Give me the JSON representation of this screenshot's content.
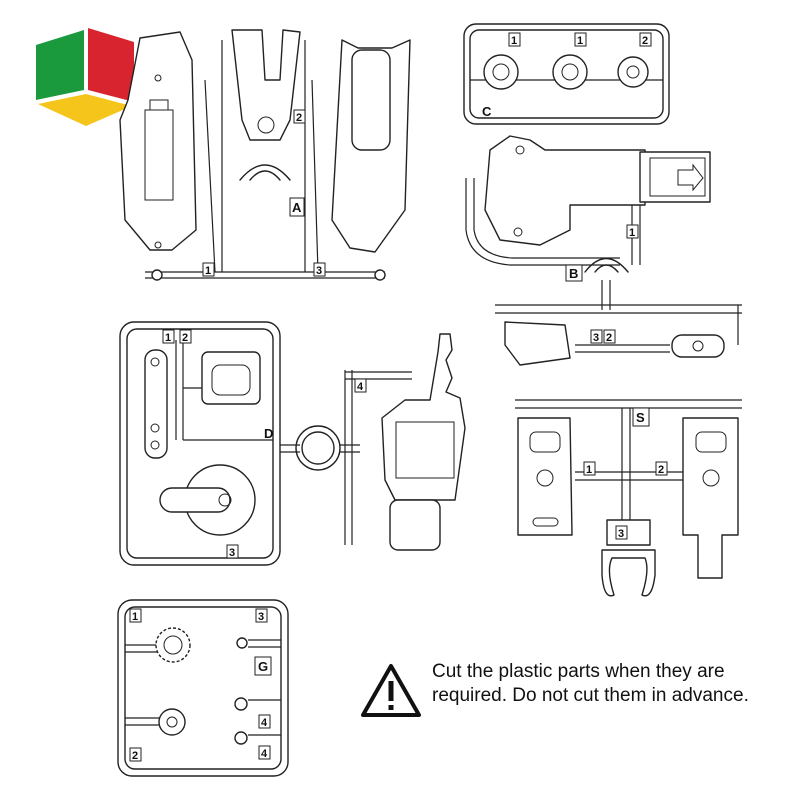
{
  "logo": {
    "colors": [
      "#1a9a3c",
      "#d7242f",
      "#f6c51b"
    ],
    "icon": "cube-logo-icon"
  },
  "sprues": [
    {
      "letter": "A",
      "parts": [
        "1",
        "2",
        "3"
      ]
    },
    {
      "letter": "B",
      "parts": [
        "1",
        "2",
        "3"
      ]
    },
    {
      "letter": "C",
      "parts": [
        "1",
        "1",
        "2"
      ]
    },
    {
      "letter": "D",
      "parts": [
        "1",
        "2",
        "3",
        "4"
      ]
    },
    {
      "letter": "S",
      "parts": [
        "1",
        "2",
        "3"
      ]
    },
    {
      "letter": "G",
      "parts": [
        "1",
        "3",
        "4",
        "2",
        "4"
      ]
    }
  ],
  "notice": {
    "icon": "warning-triangle-icon",
    "text": "Cut the plastic parts when they are required. Do not cut them in advance."
  }
}
